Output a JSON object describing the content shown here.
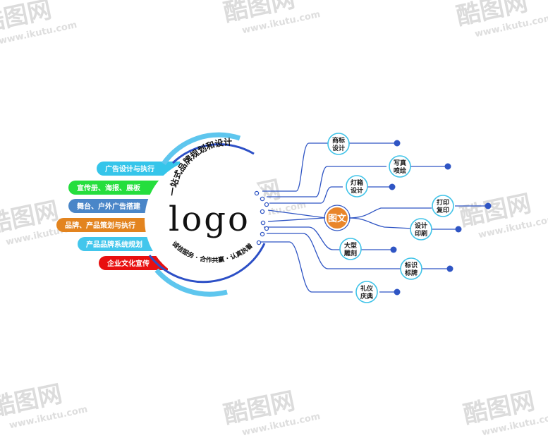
{
  "watermark": {
    "brand": "酷图网",
    "url": "www.ikutu.com"
  },
  "center": {
    "logo": "logo",
    "arc_top": "一站式品牌规划和设计",
    "arc_bottom": "诚信服务 · 合作共赢 · 认真执着"
  },
  "left_items": [
    {
      "label": "广告设计与执行",
      "color": "#35c5ea"
    },
    {
      "label": "宣传册、海报、展板",
      "color": "#25de3d"
    },
    {
      "label": "舞台、户外广告搭建",
      "color": "#4a86c8"
    },
    {
      "label": "品牌、产品策划与执行",
      "color": "#e3841f"
    },
    {
      "label": "产品品牌系统规划",
      "color": "#42c6ec"
    },
    {
      "label": "企业文化宣传",
      "color": "#e81010"
    }
  ],
  "hub": {
    "label": "图文",
    "color": "#e9852a"
  },
  "nodes": [
    {
      "line1": "商标",
      "line2": "设计"
    },
    {
      "line1": "写真",
      "line2": "喷绘"
    },
    {
      "line1": "灯箱",
      "line2": "设计"
    },
    {
      "line1": "打印",
      "line2": "复印"
    },
    {
      "line1": "设计",
      "line2": "印刷"
    },
    {
      "line1": "大型",
      "line2": "雕刻"
    },
    {
      "line1": "标识",
      "line2": "标牌"
    },
    {
      "line1": "礼仪",
      "line2": "庆典"
    }
  ],
  "colors": {
    "line": "#2f55c4",
    "node_border": "#3fc3e8",
    "ring_blue": "#2c4fc6",
    "ring_light": "#6cc8f0"
  }
}
